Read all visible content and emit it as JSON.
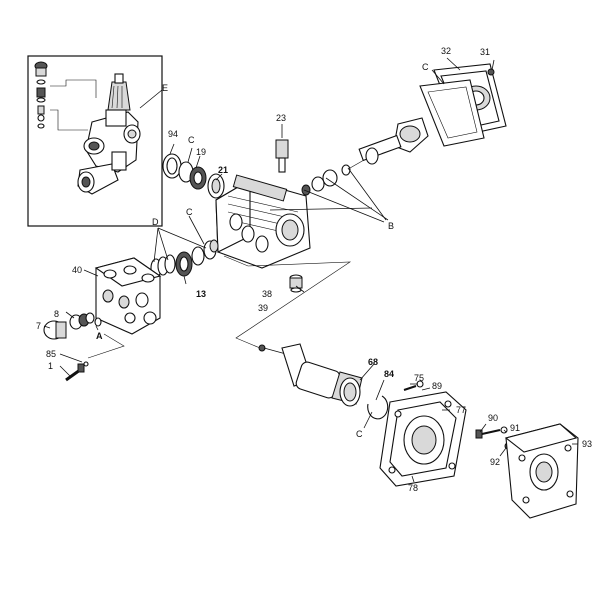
{
  "labels": {
    "l32": "32",
    "l31": "31",
    "lC1": "C",
    "lE": "E",
    "l23": "23",
    "l94": "94",
    "lC2": "C",
    "l19": "19",
    "l21": "21",
    "lB": "B",
    "lD": "D",
    "lC3": "C",
    "l40": "40",
    "l13": "13",
    "l38": "38",
    "l39": "39",
    "l8": "8",
    "l7": "7",
    "lA": "A",
    "l85": "85",
    "l1": "1",
    "l68": "68",
    "l84": "84",
    "l75": "75",
    "l89": "89",
    "l77": "77",
    "lC4": "C",
    "l90": "90",
    "l91": "91",
    "l92": "92",
    "l93": "93",
    "l78": "78"
  }
}
